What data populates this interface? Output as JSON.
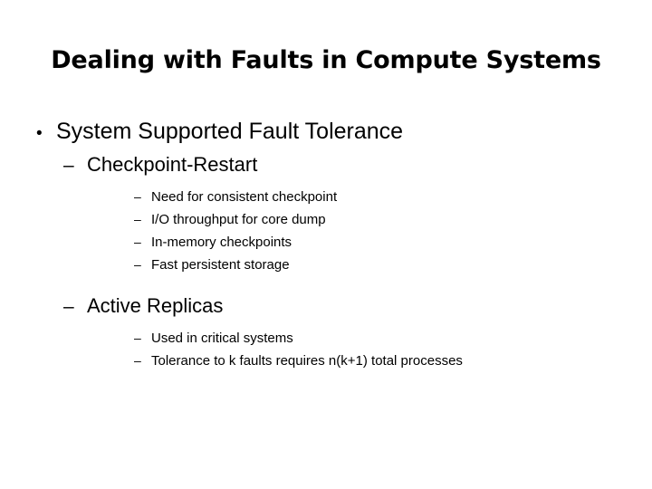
{
  "slide": {
    "title": "Dealing with Faults in Compute Systems",
    "background_color": "#ffffff",
    "text_color": "#000000",
    "markers": {
      "level1": "•",
      "level2": "–",
      "level3": "–"
    },
    "outline": [
      {
        "level": 1,
        "text": "System Supported Fault Tolerance"
      },
      {
        "level": 2,
        "text": "Checkpoint-Restart"
      },
      {
        "level": 3,
        "text": "Need for consistent checkpoint"
      },
      {
        "level": 3,
        "text": "I/O throughput for core dump"
      },
      {
        "level": 3,
        "text": "In-memory checkpoints"
      },
      {
        "level": 3,
        "text": "Fast persistent storage"
      },
      {
        "level": 2,
        "text": "Active Replicas"
      },
      {
        "level": 3,
        "text": "Used in critical systems"
      },
      {
        "level": 3,
        "text": "Tolerance to k faults requires n(k+1) total processes"
      }
    ]
  }
}
